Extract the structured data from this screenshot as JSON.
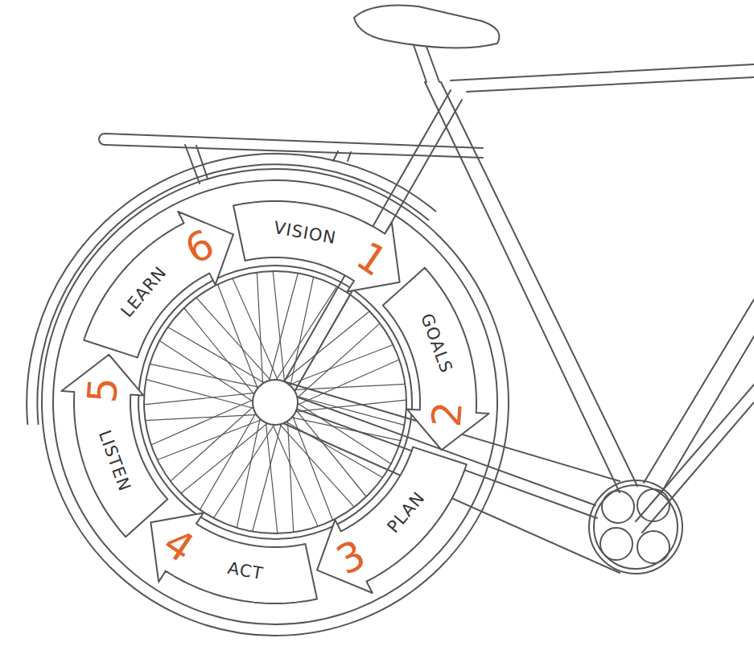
{
  "diagram": {
    "nodes": [
      {
        "text": [
          "VISION",
          "1"
        ]
      },
      {
        "text": [
          "GOALS",
          "2"
        ]
      },
      {
        "text": [
          "PLAN",
          "3"
        ]
      },
      {
        "text": [
          "ACT",
          "4"
        ]
      },
      {
        "text": [
          "LISTEN",
          "5"
        ]
      },
      {
        "text": [
          "LEARN",
          "6"
        ]
      }
    ]
  }
}
